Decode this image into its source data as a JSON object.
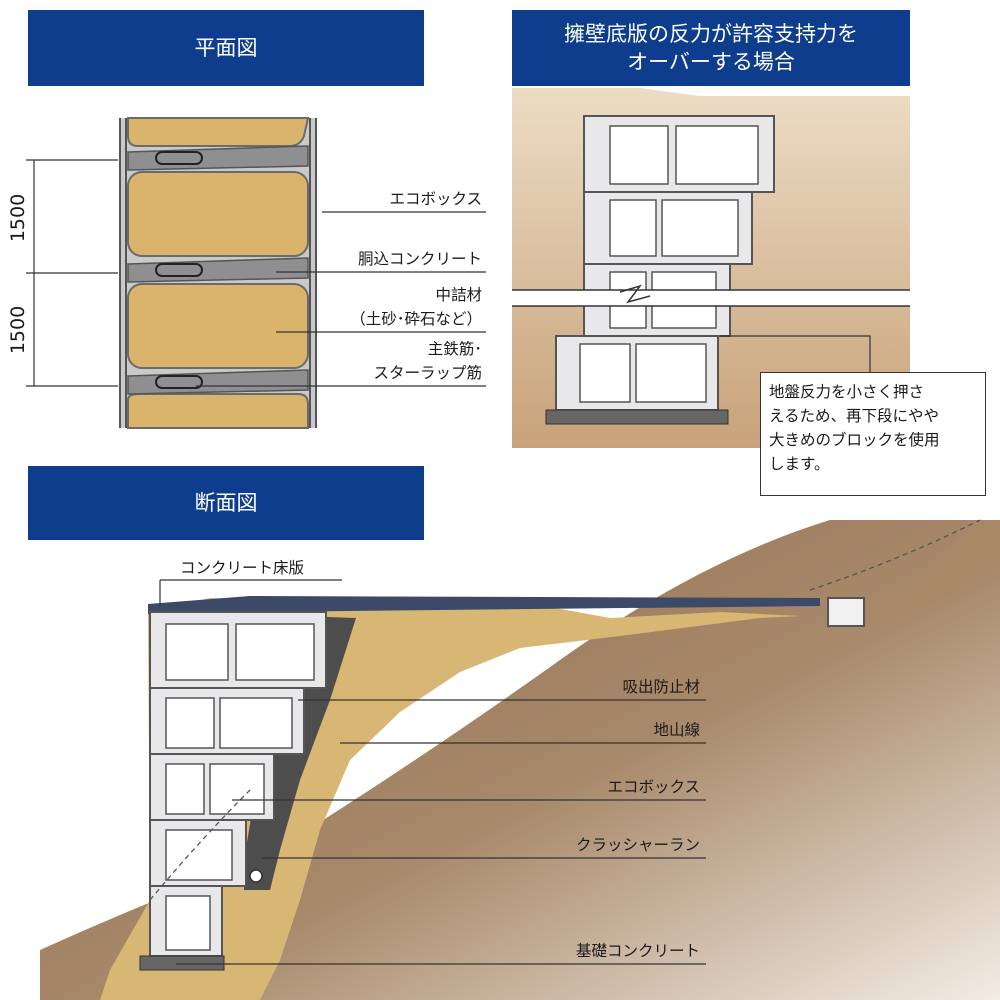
{
  "headers": {
    "plan": "平面図",
    "overload": "擁壁底版の反力が許容支持力を\nオーバーする場合",
    "section": "断面図"
  },
  "plan": {
    "dimensions": [
      "1500",
      "1500"
    ],
    "labels": {
      "ecobox": "エコボックス",
      "trunk_concrete": "胴込コンクリート",
      "filler_line1": "中詰材",
      "filler_line2": "（土砂･砕石など）",
      "rebar_line1": "主鉄筋･",
      "rebar_line2": "スターラップ筋"
    }
  },
  "overload": {
    "note": "地盤反力を小さく押さ\nえるため、再下段にやや\n大きめのブロックを使用\nします。"
  },
  "section": {
    "labels": {
      "floor_slab": "コンクリート床版",
      "anti_outflow": "吸出防止材",
      "ground_line": "地山線",
      "ecobox": "エコボックス",
      "crusher_run": "クラッシャーラン",
      "foundation": "基礎コンクリート"
    }
  },
  "colors": {
    "header_bg": "#0d3d8c",
    "filler": "#d9b46a",
    "earth": "#a88866",
    "sand": "#d8b673",
    "block": "#e6e6e8",
    "crusher": "#4d4d4d"
  }
}
